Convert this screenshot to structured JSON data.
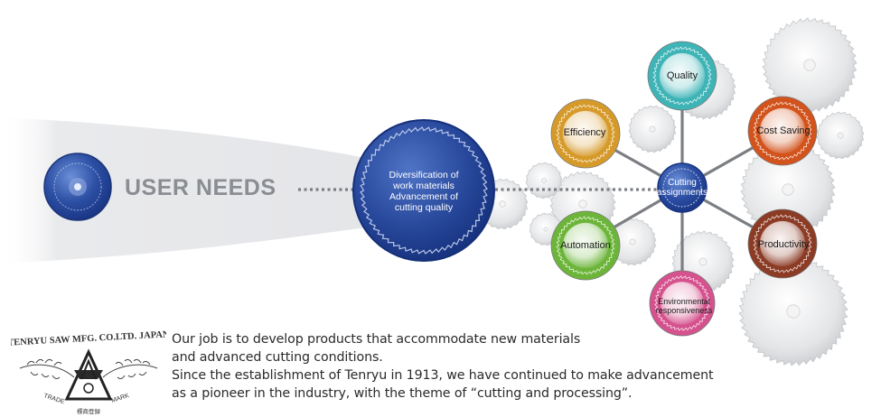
{
  "user_needs": {
    "label": "USER NEEDS"
  },
  "center_circle": {
    "lines": [
      "Diversification of",
      "work materials",
      "Advancement of",
      "cutting quality"
    ]
  },
  "hub": {
    "lines": [
      "Cutting",
      "assignments"
    ]
  },
  "satellites": [
    {
      "id": "quality",
      "lines": [
        "Quality"
      ],
      "color": "#3fb4b7"
    },
    {
      "id": "efficiency",
      "lines": [
        "Efficiency"
      ],
      "color": "#d69a2a"
    },
    {
      "id": "cost-saving",
      "lines": [
        "Cost Saving"
      ],
      "color": "#d2531c"
    },
    {
      "id": "automation",
      "lines": [
        "Automation"
      ],
      "color": "#6cb53a"
    },
    {
      "id": "productivity",
      "lines": [
        "Productivity"
      ],
      "color": "#8c3b25"
    },
    {
      "id": "environmental",
      "lines": [
        "Environmental",
        "responsiveness"
      ],
      "color": "#d5528e"
    }
  ],
  "description": {
    "lines": [
      "Our job is to develop products that accommodate new materials",
      "and advanced cutting conditions.",
      "Since the establishment of Tenryu in 1913, we have continued to make advancement",
      "as a pioneer in the industry, with the theme of “cutting and processing”."
    ]
  },
  "logo": {
    "top_text": "TENRYU SAW MFG. CO.LTD. JAPAN",
    "left_text": "TRADE",
    "right_text": "MARK",
    "bottom_text": "標商登録"
  },
  "colors": {
    "blue": "#2a4a9a",
    "connector": "#7a7d82",
    "user_needs_text": "#8a8d92"
  }
}
